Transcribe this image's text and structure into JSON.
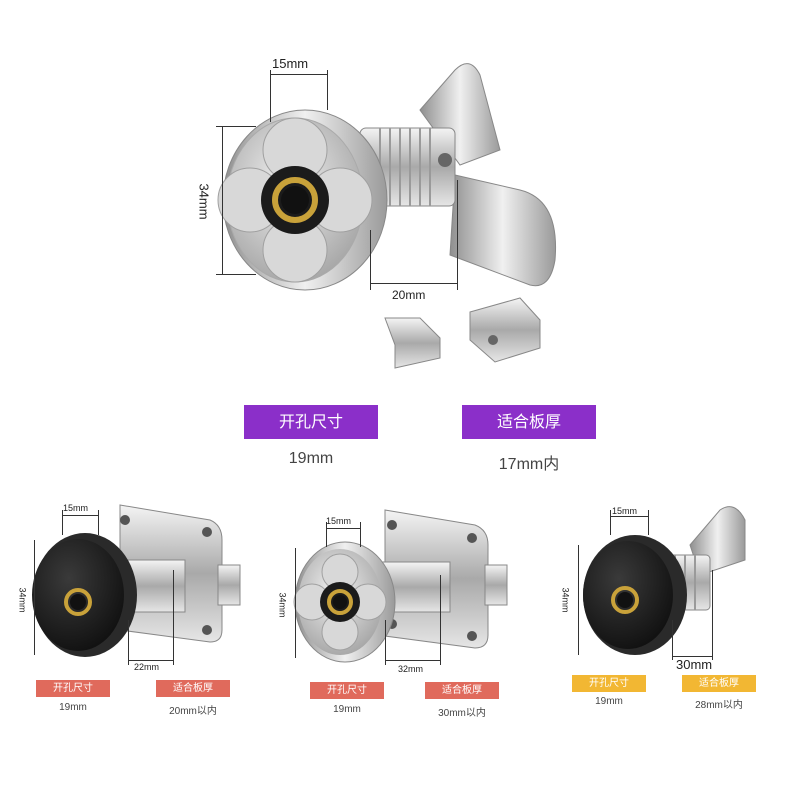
{
  "main_product": {
    "dim_width": "15mm",
    "dim_height": "34mm",
    "dim_depth": "20mm"
  },
  "specs": [
    {
      "label": "开孔尺寸",
      "value": "19mm"
    },
    {
      "label": "适合板厚",
      "value": "17mm内"
    }
  ],
  "variants": [
    {
      "dim_width": "15mm",
      "dim_height": "34mm",
      "dim_depth": "22mm",
      "hole_label": "开孔尺寸",
      "hole_value": "19mm",
      "thick_label": "适合板厚",
      "thick_value": "20mm以内"
    },
    {
      "dim_width": "15mm",
      "dim_height": "34mm",
      "dim_depth": "32mm",
      "hole_label": "开孔尺寸",
      "hole_value": "19mm",
      "thick_label": "适合板厚",
      "thick_value": "30mm以内"
    },
    {
      "dim_width": "15mm",
      "dim_height": "34mm",
      "dim_depth": "30mm",
      "hole_label": "开孔尺寸",
      "hole_value": "19mm",
      "thick_label": "适合板厚",
      "thick_value": "28mm以内"
    }
  ],
  "colors": {
    "main_badge": "#8b2fc9",
    "variant_badge_red": "#e06a5c",
    "variant_badge_yellow": "#f2b733",
    "chrome": "#c8c8c8",
    "black_knob": "#1a1a1a",
    "brass_ring": "#c9a23a"
  }
}
